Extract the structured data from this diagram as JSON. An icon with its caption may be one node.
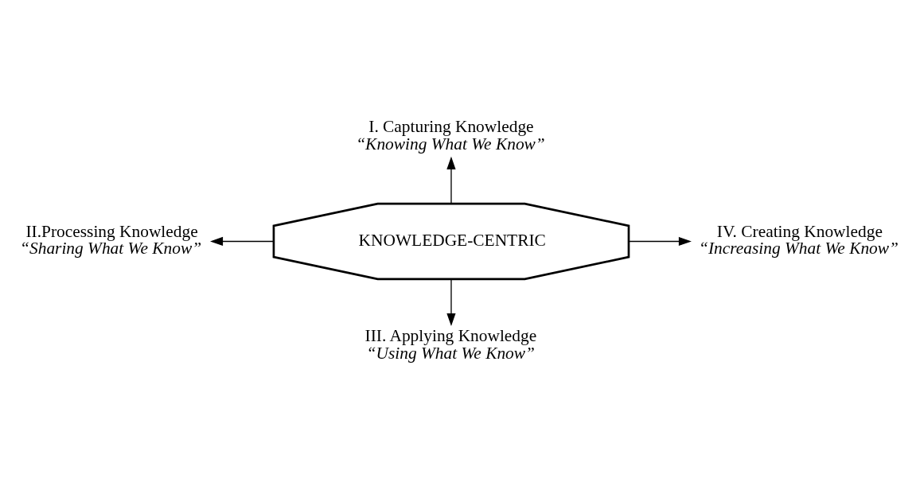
{
  "diagram": {
    "nodes": [
      {
        "text": [
          "KNOWLEDGE-CENTRIC"
        ]
      },
      {
        "text": [
          "I. Capturing Knowledge",
          "“Knowing What We Know”"
        ]
      },
      {
        "text": [
          "II.Processing Knowledge",
          "“Sharing What We Know”"
        ]
      },
      {
        "text": [
          "III. Applying Knowledge",
          "“Using What We Know”"
        ]
      },
      {
        "text": [
          "IV. Creating Knowledge",
          "“Increasing What We Know”"
        ]
      }
    ],
    "edges": [
      {
        "from": 0,
        "to": 1,
        "arrow": "to"
      },
      {
        "from": 0,
        "to": 2,
        "arrow": "to"
      },
      {
        "from": 0,
        "to": 3,
        "arrow": "to"
      },
      {
        "from": 0,
        "to": 4,
        "arrow": "to"
      }
    ]
  }
}
